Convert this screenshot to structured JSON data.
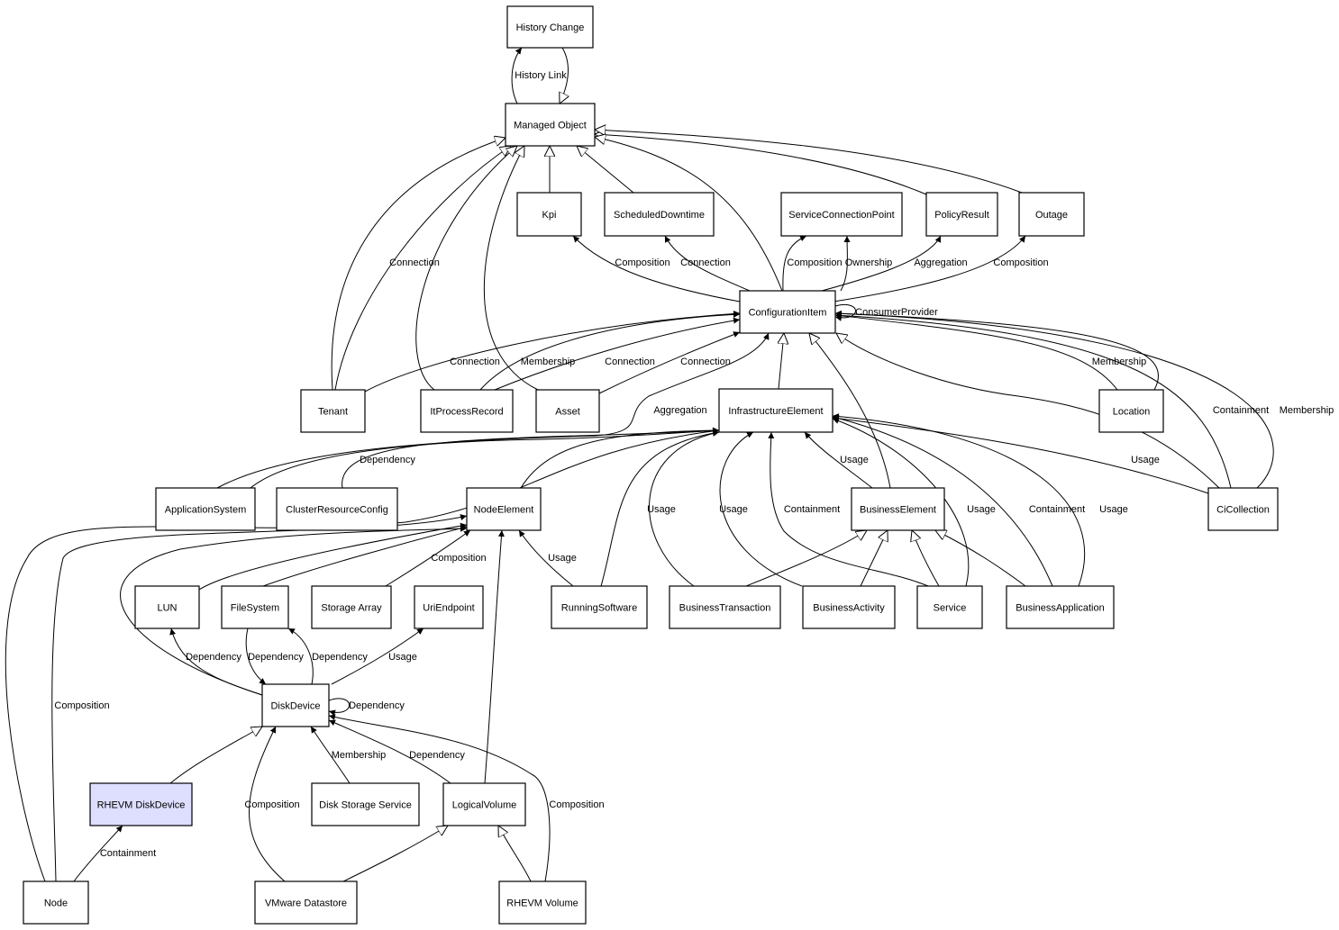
{
  "diagram": {
    "nodes": [
      {
        "id": "history_change",
        "label": "History Change"
      },
      {
        "id": "managed_object",
        "label": "Managed Object"
      },
      {
        "id": "kpi",
        "label": "Kpi"
      },
      {
        "id": "scheduled_downtime",
        "label": "ScheduledDowntime"
      },
      {
        "id": "service_connection_point",
        "label": "ServiceConnectionPoint"
      },
      {
        "id": "policy_result",
        "label": "PolicyResult"
      },
      {
        "id": "outage",
        "label": "Outage"
      },
      {
        "id": "configuration_item",
        "label": "ConfigurationItem"
      },
      {
        "id": "tenant",
        "label": "Tenant"
      },
      {
        "id": "it_process_record",
        "label": "ItProcessRecord"
      },
      {
        "id": "asset",
        "label": "Asset"
      },
      {
        "id": "infrastructure_element",
        "label": "InfrastructureElement"
      },
      {
        "id": "location",
        "label": "Location"
      },
      {
        "id": "application_system",
        "label": "ApplicationSystem"
      },
      {
        "id": "cluster_resource_config",
        "label": "ClusterResourceConfig"
      },
      {
        "id": "node_element",
        "label": "NodeElement"
      },
      {
        "id": "business_element",
        "label": "BusinessElement"
      },
      {
        "id": "ci_collection",
        "label": "CiCollection"
      },
      {
        "id": "lun",
        "label": "LUN"
      },
      {
        "id": "file_system",
        "label": "FileSystem"
      },
      {
        "id": "storage_array",
        "label": "Storage Array"
      },
      {
        "id": "uri_endpoint",
        "label": "UriEndpoint"
      },
      {
        "id": "running_software",
        "label": "RunningSoftware"
      },
      {
        "id": "business_transaction",
        "label": "BusinessTransaction"
      },
      {
        "id": "business_activity",
        "label": "BusinessActivity"
      },
      {
        "id": "service",
        "label": "Service"
      },
      {
        "id": "business_application",
        "label": "BusinessApplication"
      },
      {
        "id": "disk_device",
        "label": "DiskDevice"
      },
      {
        "id": "rhevm_disk_device",
        "label": "RHEVM DiskDevice",
        "highlighted": true
      },
      {
        "id": "disk_storage_service",
        "label": "Disk Storage Service"
      },
      {
        "id": "logical_volume",
        "label": "LogicalVolume"
      },
      {
        "id": "node",
        "label": "Node"
      },
      {
        "id": "vmware_datastore",
        "label": "VMware Datastore"
      },
      {
        "id": "rhevm_volume",
        "label": "RHEVM Volume"
      }
    ],
    "edges": [
      {
        "id": "history_link",
        "from": "managed_object",
        "to": "history_change",
        "label": "History Link",
        "arrow": "filled"
      },
      {
        "id": "history_change_inherit",
        "from": "history_change",
        "to": "managed_object",
        "label": "",
        "arrow": "hollow"
      },
      {
        "id": "kpi_inherit",
        "from": "kpi",
        "to": "managed_object",
        "label": "",
        "arrow": "hollow"
      },
      {
        "id": "sched_inherit",
        "from": "scheduled_downtime",
        "to": "managed_object",
        "label": "",
        "arrow": "hollow"
      },
      {
        "id": "policy_inherit",
        "from": "policy_result",
        "to": "managed_object",
        "label": "",
        "arrow": "hollow"
      },
      {
        "id": "outage_inherit",
        "from": "outage",
        "to": "managed_object",
        "label": "",
        "arrow": "hollow"
      },
      {
        "id": "ci_inherit",
        "from": "configuration_item",
        "to": "managed_object",
        "label": "",
        "arrow": "hollow"
      },
      {
        "id": "tenant_inherit",
        "from": "tenant",
        "to": "managed_object",
        "label": "",
        "arrow": "hollow"
      },
      {
        "id": "tenant_conn",
        "from": "tenant",
        "to": "managed_object",
        "label": "Connection",
        "arrow": "hollow"
      },
      {
        "id": "itpr_inherit",
        "from": "it_process_record",
        "to": "managed_object",
        "label": "",
        "arrow": "hollow"
      },
      {
        "id": "asset_inherit",
        "from": "asset",
        "to": "managed_object",
        "label": "",
        "arrow": "hollow"
      },
      {
        "id": "ci_kpi",
        "from": "configuration_item",
        "to": "kpi",
        "label": "Composition",
        "arrow": "filled"
      },
      {
        "id": "ci_sched",
        "from": "configuration_item",
        "to": "scheduled_downtime",
        "label": "Connection",
        "arrow": "filled"
      },
      {
        "id": "ci_scp_comp",
        "from": "configuration_item",
        "to": "service_connection_point",
        "label": "Composition",
        "arrow": "filled"
      },
      {
        "id": "ci_scp_own",
        "from": "configuration_item",
        "to": "service_connection_point",
        "label": "Ownership",
        "arrow": "filled"
      },
      {
        "id": "ci_policy",
        "from": "configuration_item",
        "to": "policy_result",
        "label": "Aggregation",
        "arrow": "filled"
      },
      {
        "id": "ci_outage",
        "from": "configuration_item",
        "to": "outage",
        "label": "Composition",
        "arrow": "filled"
      },
      {
        "id": "ci_self",
        "from": "configuration_item",
        "to": "configuration_item",
        "label": "ConsumerProvider",
        "arrow": "filled"
      },
      {
        "id": "tenant_ci",
        "from": "tenant",
        "to": "configuration_item",
        "label": "Connection",
        "arrow": "filled"
      },
      {
        "id": "itpr_ci_member",
        "from": "it_process_record",
        "to": "configuration_item",
        "label": "Membership",
        "arrow": "filled"
      },
      {
        "id": "itpr_ci_conn",
        "from": "it_process_record",
        "to": "configuration_item",
        "label": "Connection",
        "arrow": "filled"
      },
      {
        "id": "asset_ci",
        "from": "asset",
        "to": "configuration_item",
        "label": "Connection",
        "arrow": "filled"
      },
      {
        "id": "appsys_ci",
        "from": "application_system",
        "to": "configuration_item",
        "label": "Aggregation",
        "arrow": "filled"
      },
      {
        "id": "ie_inherit",
        "from": "infrastructure_element",
        "to": "configuration_item",
        "label": "",
        "arrow": "hollow"
      },
      {
        "id": "be_inherit_ci",
        "from": "business_element",
        "to": "configuration_item",
        "label": "",
        "arrow": "hollow"
      },
      {
        "id": "cic_inherit",
        "from": "ci_collection",
        "to": "configuration_item",
        "label": "",
        "arrow": "hollow"
      },
      {
        "id": "location_ci",
        "from": "location",
        "to": "configuration_item",
        "label": "Membership",
        "arrow": "filled"
      },
      {
        "id": "location_inherit",
        "from": "location",
        "to": "configuration_item",
        "label": "",
        "arrow": "filled"
      },
      {
        "id": "cic_contain",
        "from": "ci_collection",
        "to": "configuration_item",
        "label": "Containment",
        "arrow": "filled"
      },
      {
        "id": "cic_member",
        "from": "ci_collection",
        "to": "configuration_item",
        "label": "Membership",
        "arrow": "filled"
      },
      {
        "id": "appsys_ie",
        "from": "application_system",
        "to": "infrastructure_element",
        "label": "",
        "arrow": "filled"
      },
      {
        "id": "crc_ie",
        "from": "cluster_resource_config",
        "to": "infrastructure_element",
        "label": "Dependency",
        "arrow": "filled"
      },
      {
        "id": "ne_ie",
        "from": "node_element",
        "to": "infrastructure_element",
        "label": "",
        "arrow": "filled"
      },
      {
        "id": "be_ie",
        "from": "business_element",
        "to": "infrastructure_element",
        "label": "Usage",
        "arrow": "filled"
      },
      {
        "id": "cic_ie",
        "from": "ci_collection",
        "to": "infrastructure_element",
        "label": "Usage",
        "arrow": "filled"
      },
      {
        "id": "rs_ie",
        "from": "running_software",
        "to": "infrastructure_element",
        "label": "",
        "arrow": "filled"
      },
      {
        "id": "bt_ie",
        "from": "business_transaction",
        "to": "infrastructure_element",
        "label": "Usage",
        "arrow": "filled"
      },
      {
        "id": "ba_ie",
        "from": "business_activity",
        "to": "infrastructure_element",
        "label": "Usage",
        "arrow": "filled"
      },
      {
        "id": "svc_ie_contain",
        "from": "service",
        "to": "infrastructure_element",
        "label": "Containment",
        "arrow": "filled"
      },
      {
        "id": "svc_ie_usage",
        "from": "service",
        "to": "infrastructure_element",
        "label": "Usage",
        "arrow": "filled"
      },
      {
        "id": "bapp_ie_contain",
        "from": "business_application",
        "to": "infrastructure_element",
        "label": "Containment",
        "arrow": "filled"
      },
      {
        "id": "bapp_ie_usage",
        "from": "business_application",
        "to": "infrastructure_element",
        "label": "Usage",
        "arrow": "filled"
      },
      {
        "id": "node_ie",
        "from": "node",
        "to": "infrastructure_element",
        "label": "",
        "arrow": "filled"
      },
      {
        "id": "lun_ne",
        "from": "lun",
        "to": "node_element",
        "label": "",
        "arrow": "filled"
      },
      {
        "id": "fs_ne",
        "from": "file_system",
        "to": "node_element",
        "label": "",
        "arrow": "filled"
      },
      {
        "id": "sa_ne",
        "from": "storage_array",
        "to": "node_element",
        "label": "Composition",
        "arrow": "filled"
      },
      {
        "id": "rs_ne",
        "from": "running_software",
        "to": "node_element",
        "label": "Usage",
        "arrow": "filled"
      },
      {
        "id": "dd_ne",
        "from": "disk_device",
        "to": "node_element",
        "label": "",
        "arrow": "filled"
      },
      {
        "id": "lv_ne",
        "from": "logical_volume",
        "to": "node_element",
        "label": "",
        "arrow": "filled"
      },
      {
        "id": "node_ne",
        "from": "node",
        "to": "node_element",
        "label": "Composition",
        "arrow": "filled"
      },
      {
        "id": "bt_be",
        "from": "business_transaction",
        "to": "business_element",
        "label": "",
        "arrow": "hollow"
      },
      {
        "id": "ba_be",
        "from": "business_activity",
        "to": "business_element",
        "label": "",
        "arrow": "hollow"
      },
      {
        "id": "svc_be",
        "from": "service",
        "to": "business_element",
        "label": "",
        "arrow": "hollow"
      },
      {
        "id": "bapp_be",
        "from": "business_application",
        "to": "business_element",
        "label": "",
        "arrow": "hollow"
      },
      {
        "id": "dd_lun",
        "from": "disk_device",
        "to": "lun",
        "label": "Dependency",
        "arrow": "filled"
      },
      {
        "id": "fs_dd",
        "from": "file_system",
        "to": "disk_device",
        "label": "Dependency",
        "arrow": "filled"
      },
      {
        "id": "dd_fs",
        "from": "disk_device",
        "to": "file_system",
        "label": "Dependency",
        "arrow": "filled"
      },
      {
        "id": "dd_uri",
        "from": "disk_device",
        "to": "uri_endpoint",
        "label": "Usage",
        "arrow": "filled"
      },
      {
        "id": "dd_self",
        "from": "disk_device",
        "to": "disk_device",
        "label": "Dependency",
        "arrow": "filled"
      },
      {
        "id": "rdd_dd",
        "from": "rhevm_disk_device",
        "to": "disk_device",
        "label": "",
        "arrow": "hollow"
      },
      {
        "id": "vmw_dd",
        "from": "vmware_datastore",
        "to": "disk_device",
        "label": "Composition",
        "arrow": "filled"
      },
      {
        "id": "dss_dd",
        "from": "disk_storage_service",
        "to": "disk_device",
        "label": "Membership",
        "arrow": "filled"
      },
      {
        "id": "lv_dd",
        "from": "logical_volume",
        "to": "disk_device",
        "label": "Dependency",
        "arrow": "filled"
      },
      {
        "id": "rv_dd",
        "from": "rhevm_volume",
        "to": "disk_device",
        "label": "Composition",
        "arrow": "filled"
      },
      {
        "id": "node_rdd",
        "from": "node",
        "to": "rhevm_disk_device",
        "label": "Containment",
        "arrow": "filled"
      },
      {
        "id": "vmw_lv",
        "from": "vmware_datastore",
        "to": "logical_volume",
        "label": "",
        "arrow": "hollow"
      },
      {
        "id": "rv_lv",
        "from": "rhevm_volume",
        "to": "logical_volume",
        "label": "",
        "arrow": "hollow"
      }
    ]
  }
}
